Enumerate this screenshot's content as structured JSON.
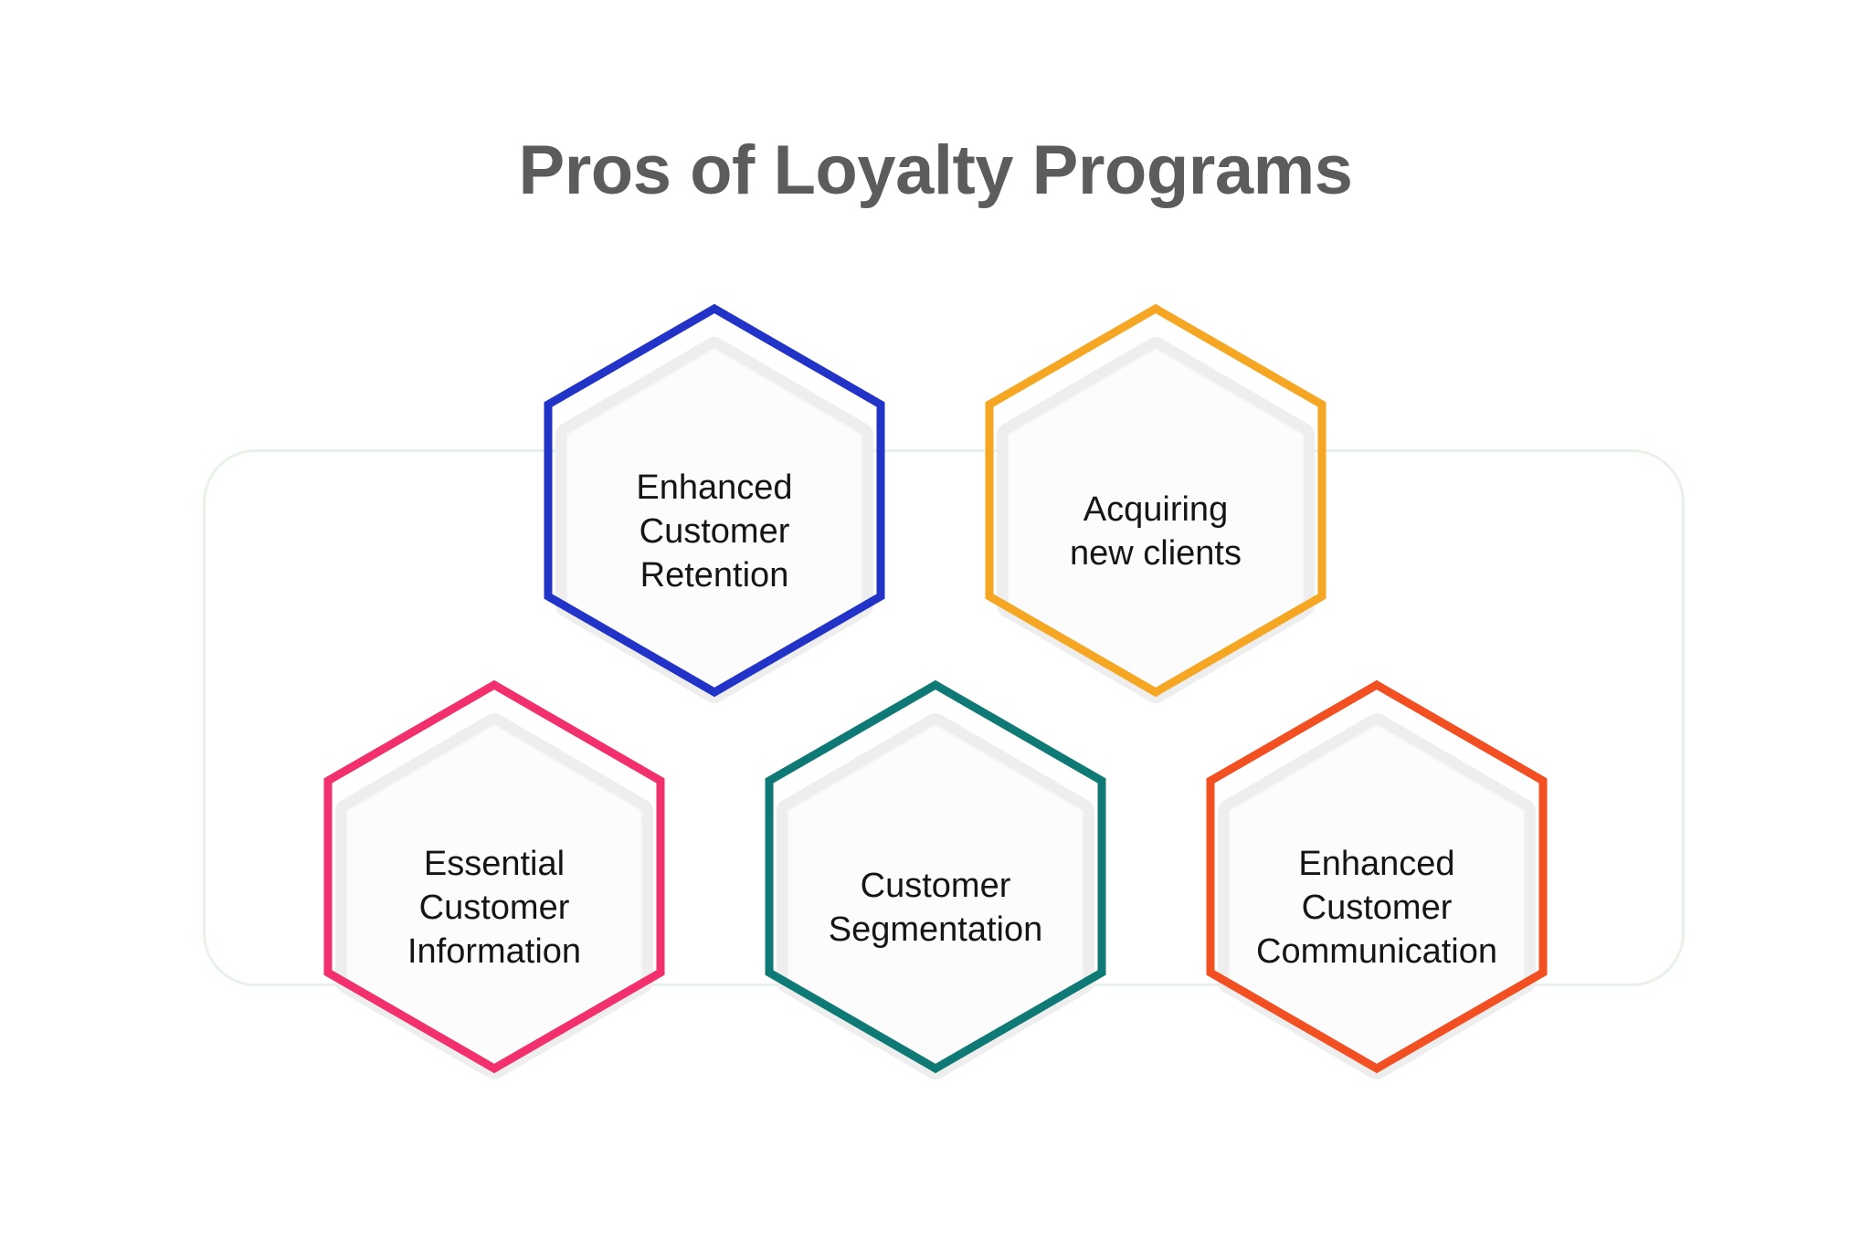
{
  "page": {
    "title": "Pros of Loyalty Programs",
    "background_color": "#ffffff",
    "title_color": "#5c5c5c",
    "panel_outline_color": "#e9f2e8"
  },
  "hexagons": [
    {
      "id": "enhanced-customer-retention",
      "color": "#2233c8",
      "color_name": "blue",
      "lines": [
        "Enhanced",
        "Customer",
        "Retention"
      ],
      "text": "Enhanced Customer Retention",
      "row": 1,
      "column": 1
    },
    {
      "id": "acquiring-new-clients",
      "color": "#f5a623",
      "color_name": "orange",
      "lines": [
        "Acquiring",
        "new clients"
      ],
      "text": "Acquiring new clients",
      "row": 1,
      "column": 2
    },
    {
      "id": "essential-customer-information",
      "color": "#f2306e",
      "color_name": "pink",
      "lines": [
        "Essential",
        "Customer",
        "Information"
      ],
      "text": "Essential Customer Information",
      "row": 2,
      "column": 1
    },
    {
      "id": "customer-segmentation",
      "color": "#0f7a75",
      "color_name": "teal",
      "lines": [
        "Customer",
        "Segmentation"
      ],
      "text": "Customer Segmentation",
      "row": 2,
      "column": 2
    },
    {
      "id": "enhanced-customer-communication",
      "color": "#f25022",
      "color_name": "red-orange",
      "lines": [
        "Enhanced",
        "Customer",
        "Communication"
      ],
      "text": "Enhanced Customer Communication",
      "row": 2,
      "column": 3
    }
  ]
}
